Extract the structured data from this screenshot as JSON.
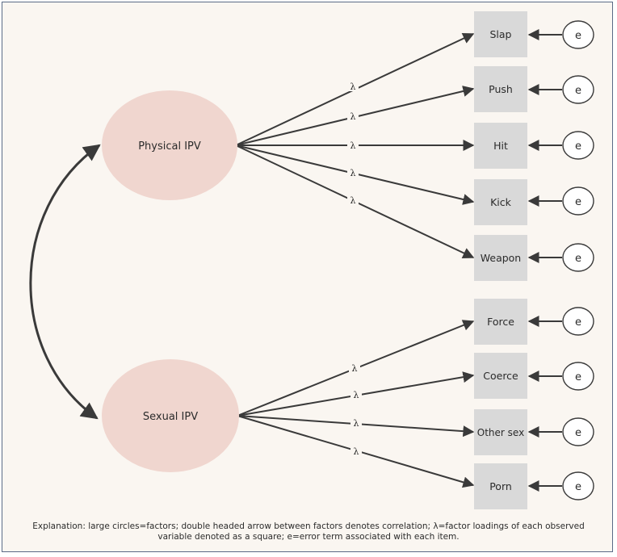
{
  "factors": {
    "physical": "Physical IPV",
    "sexual": "Sexual IPV"
  },
  "items": {
    "slap": "Slap",
    "push": "Push",
    "hit": "Hit",
    "kick": "Kick",
    "weapon": "Weapon",
    "force": "Force",
    "coerce": "Coerce",
    "other_sex": "Other sex",
    "porn": "Porn"
  },
  "error_label": "e",
  "loading_label": "λ",
  "caption": "Explanation: large circles=factors; double headed arrow between factors denotes correlation; λ=factor loadings of each observed variable denoted as a square; e=error term associated with each item.",
  "colors": {
    "factor_fill": "#f0d6cf",
    "item_fill": "#d9d9d9",
    "background": "#faf6f1",
    "border": "#5a6a86"
  }
}
